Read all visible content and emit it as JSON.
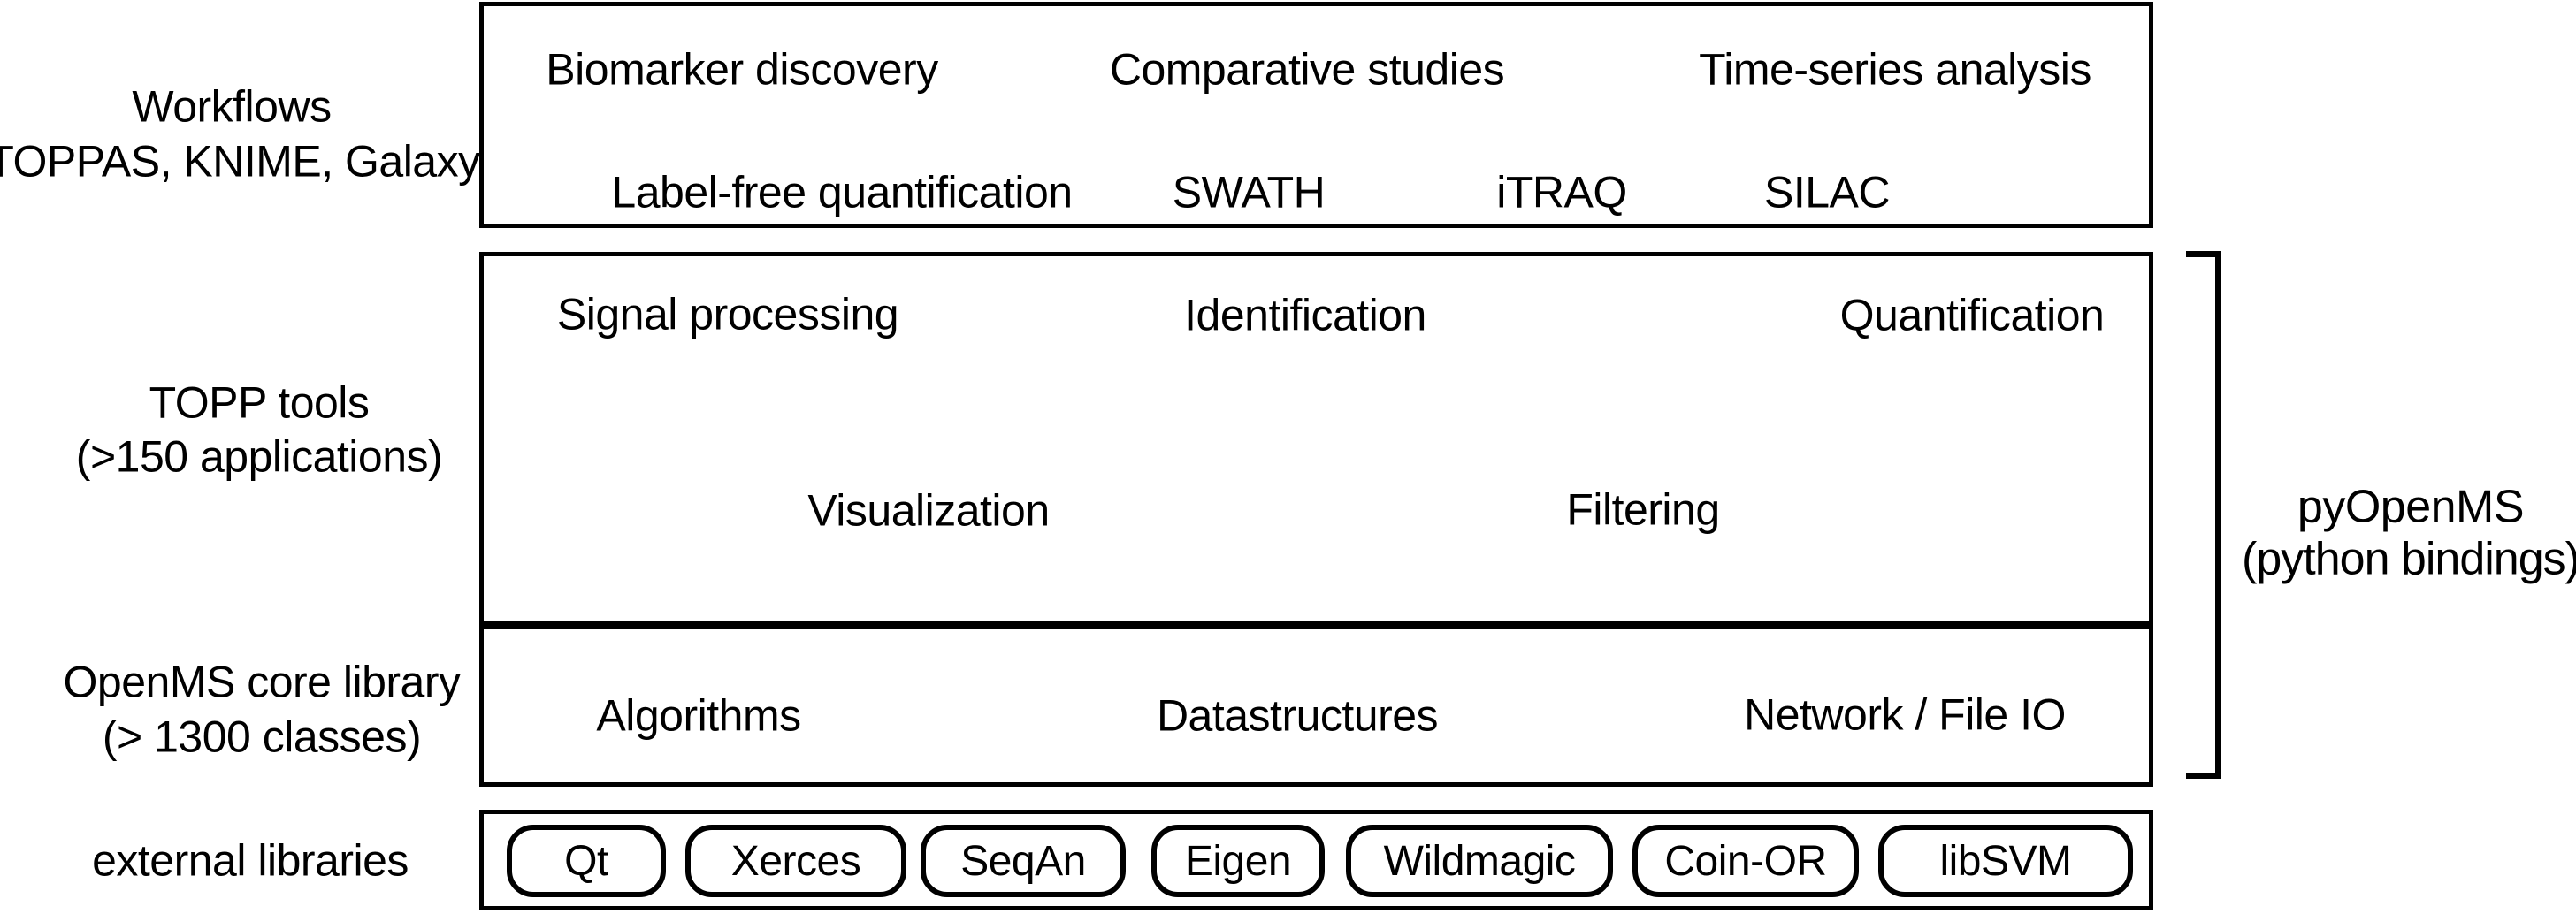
{
  "colors": {
    "ink": "#000000",
    "background": "#ffffff"
  },
  "left_labels": {
    "workflows_line1": "Workflows",
    "workflows_line2": "(TOPPAS, KNIME, Galaxy)",
    "topp_line1": "TOPP tools",
    "topp_line2": "(>150 applications)",
    "core_line1": "OpenMS core library",
    "core_line2": "(> 1300 classes)",
    "external": "external libraries"
  },
  "workflows_box": {
    "row1": [
      "Biomarker discovery",
      "Comparative studies",
      "Time-series analysis"
    ],
    "row2": [
      "Label-free quantification",
      "SWATH",
      "iTRAQ",
      "SILAC"
    ]
  },
  "topp_box": {
    "row1": [
      "Signal processing",
      "Identification",
      "Quantification"
    ],
    "row2": [
      "Visualization",
      "Filtering"
    ]
  },
  "core_box": {
    "row1": [
      "Algorithms",
      "Datastructures",
      "Network / File IO"
    ]
  },
  "external_box": {
    "libraries": [
      "Qt",
      "Xerces",
      "SeqAn",
      "Eigen",
      "Wildmagic",
      "Coin-OR",
      "libSVM"
    ]
  },
  "bracket_label": {
    "line1": "pyOpenMS",
    "line2": "(python bindings)"
  }
}
